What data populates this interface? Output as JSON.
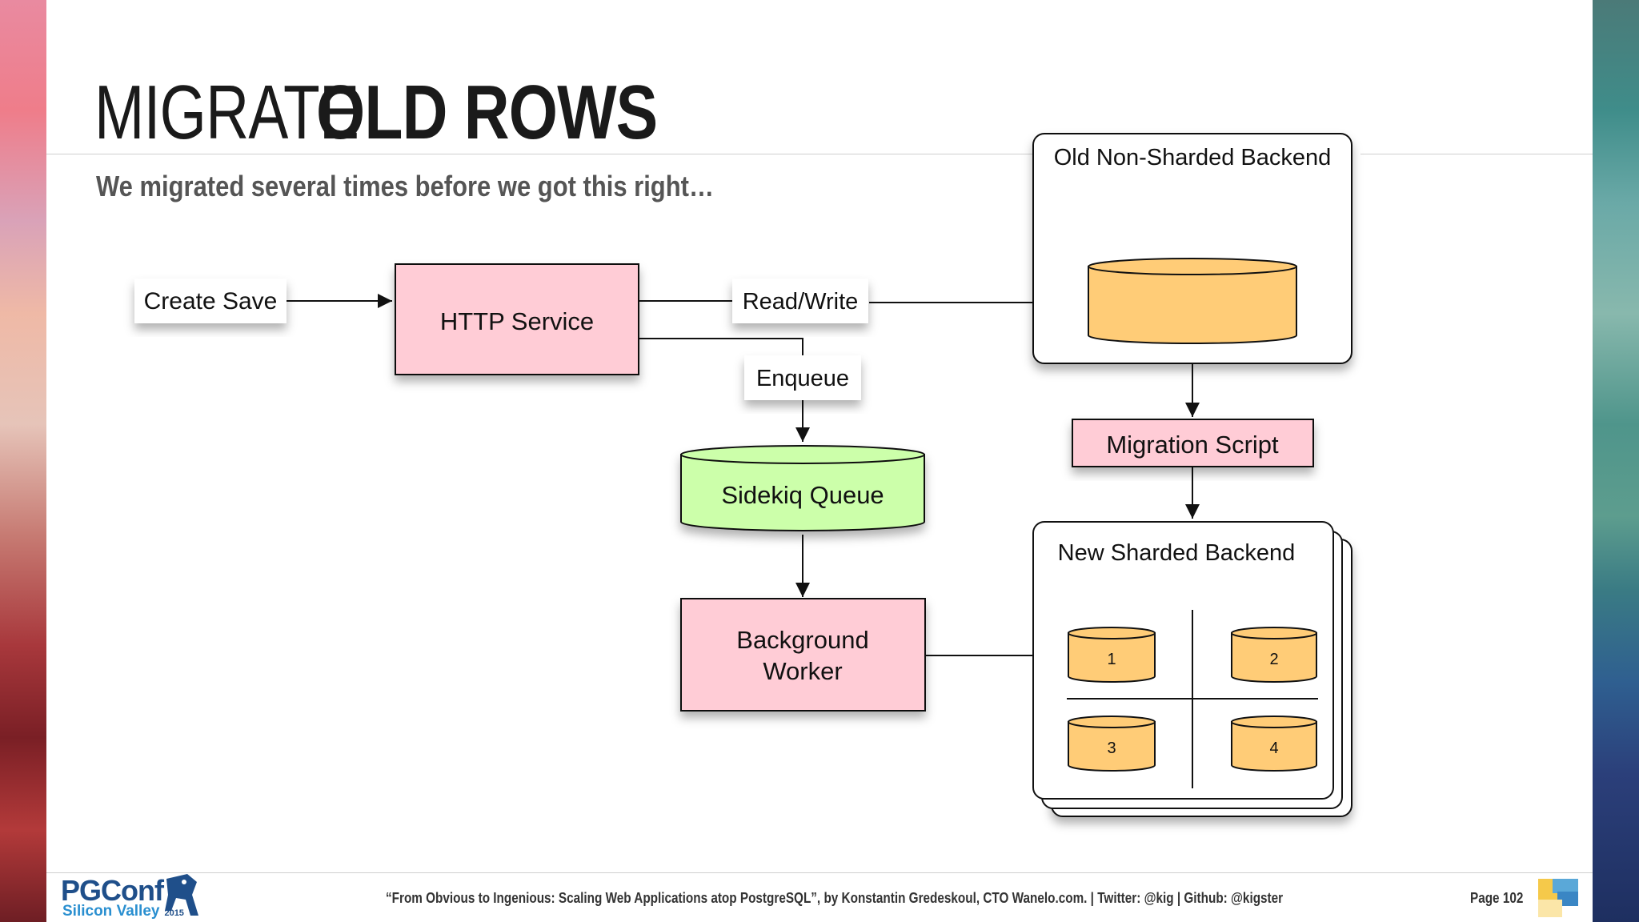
{
  "slide": {
    "title_light": "MIGRATE",
    "title_bold": "OLD ROWS",
    "subtitle": "We migrated several times before we got this right…"
  },
  "diagram": {
    "nodes": {
      "create_save": "Create Save",
      "http_service": "HTTP Service",
      "read_write": "Read/Write",
      "enqueue": "Enqueue",
      "sidekiq_queue": "Sidekiq Queue",
      "background_worker_line1": "Background",
      "background_worker_line2": "Worker",
      "old_backend": "Old Non-Sharded Backend",
      "migration_script": "Migration Script",
      "new_backend": "New Sharded Backend",
      "shards": [
        "1",
        "2",
        "3",
        "4"
      ]
    },
    "colors": {
      "pink": "#ffccd6",
      "green": "#ccffaa",
      "orange": "#ffcc77",
      "box_border": "#111111"
    }
  },
  "footer": {
    "logo_main": "PGConf",
    "logo_sub": "Silicon Valley",
    "logo_year": "2015",
    "citation": "“From Obvious to Ingenious: Scaling Web Applications atop PostgreSQL”, by Konstantin Gredeskoul, CTO Wanelo.com. | Twitter: @kig | Github: @kigster",
    "page": "Page 102"
  }
}
